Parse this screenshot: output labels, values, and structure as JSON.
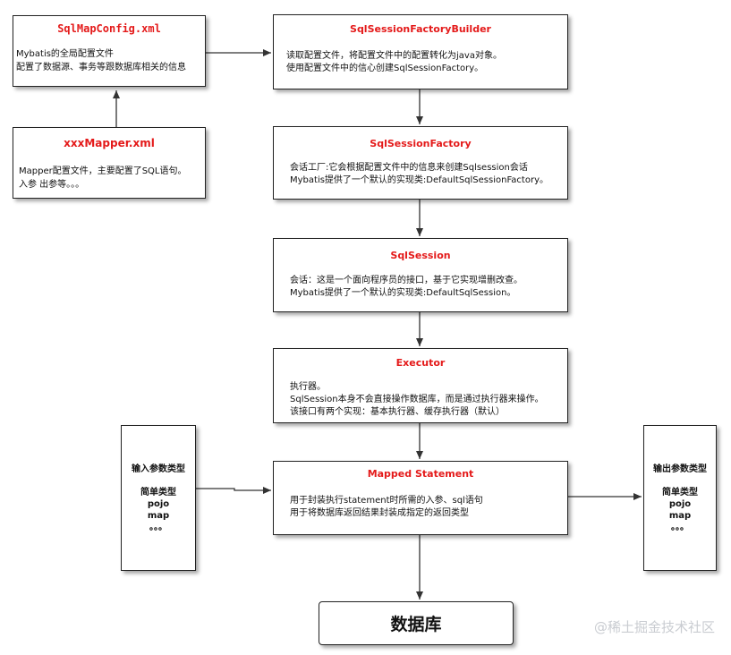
{
  "sqlmapconfig": {
    "title": "SqlMapConfig.xml",
    "lines": [
      "Mybatis的全局配置文件",
      "配置了数据源、事务等跟数据库相关的信息"
    ]
  },
  "mapper": {
    "title": "xxxMapper.xml",
    "lines": [
      "Mapper配置文件，主要配置了SQL语句。",
      "入参  出参等。。。"
    ]
  },
  "builder": {
    "title": "SqlSessionFactoryBuilder",
    "lines": [
      "读取配置文件，将配置文件中的配置转化为java对象。",
      "使用配置文件中的信心创建SqlSessionFactory。"
    ]
  },
  "factory": {
    "title": "SqlSessionFactory",
    "lines": [
      "会话工厂:它会根据配置文件中的信息来创建Sqlsession会话",
      "Mybatis提供了一个默认的实现类:DefaultSqlSessionFactory。"
    ]
  },
  "session": {
    "title": "SqlSession",
    "lines": [
      "会话：这是一个面向程序员的接口，基于它实现增删改查。",
      "Mybatis提供了一个默认的实现类:DefaultSqlSession。"
    ]
  },
  "executor": {
    "title": "Executor",
    "lines": [
      "执行器。",
      "SqlSession本身不会直接操作数据库，而是通过执行器来操作。",
      "该接口有两个实现：基本执行器、缓存执行器（默认）"
    ]
  },
  "mapped": {
    "title": "Mapped Statement",
    "lines": [
      "用于封装执行statement时所需的入参、sql语句",
      "用于将数据库返回结果封装成指定的返回类型"
    ]
  },
  "input": {
    "title": "输入参数类型",
    "lines": [
      "简单类型",
      "pojo",
      "map",
      "。。。"
    ]
  },
  "output": {
    "title": "输出参数类型",
    "lines": [
      "简单类型",
      "pojo",
      "map",
      "。。。"
    ]
  },
  "database": {
    "label": "数据库"
  },
  "watermark": "@稀土掘金技术社区",
  "colors": {
    "title_red": "#e41a1a",
    "border": "#222222",
    "watermark": "#c9ccd1"
  }
}
